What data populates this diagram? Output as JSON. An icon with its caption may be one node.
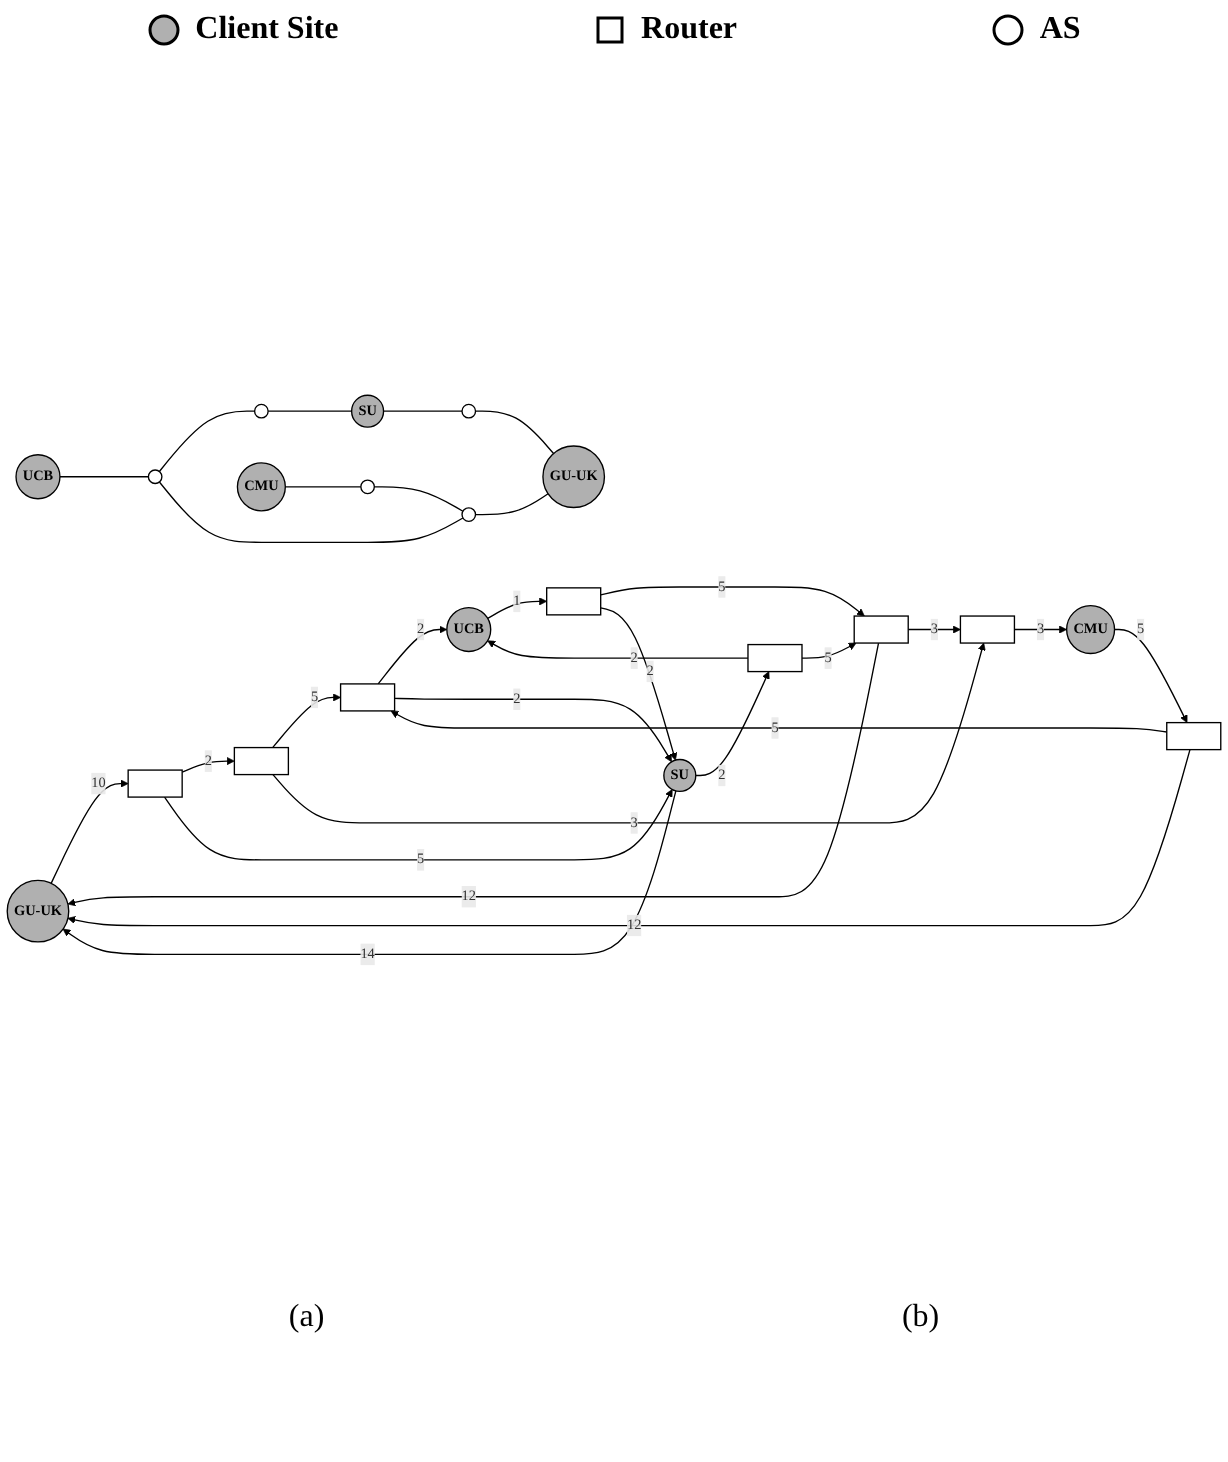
{
  "diagram": {
    "nodes": [
      {
        "text": [
          "GU-UK"
        ]
      },
      {
        "text": [
          "UCB"
        ]
      },
      {
        "text": [
          "CMU"
        ]
      },
      {
        "text": [
          "SU"
        ]
      },
      {
        "text": [],
        "shape": "box"
      },
      {
        "text": [],
        "shape": "box"
      },
      {
        "text": [],
        "shape": "box"
      },
      {
        "text": [],
        "shape": "box"
      },
      {
        "text": [],
        "shape": "box"
      },
      {
        "text": [],
        "shape": "box"
      },
      {
        "text": [],
        "shape": "box"
      },
      {
        "text": [],
        "shape": "box"
      },
      {
        "text": [
          "GU-UK"
        ]
      },
      {
        "text": [
          "UCB"
        ]
      },
      {
        "text": [
          "CMU"
        ]
      },
      {
        "text": [
          "SU"
        ]
      },
      {
        "text": [],
        "shape": "circle"
      },
      {
        "text": [],
        "shape": "circle"
      },
      {
        "text": [],
        "shape": "circle"
      },
      {
        "text": [],
        "shape": "circle"
      },
      {
        "text": [],
        "shape": "circle"
      }
    ],
    "edges": [
      {
        "from": 4,
        "to": 1,
        "arrow": "to",
        "label": "2"
      },
      {
        "from": 4,
        "to": 6,
        "arrow": "to",
        "label": "5"
      },
      {
        "from": 1,
        "to": 5,
        "arrow": "to",
        "label": "1"
      },
      {
        "from": 5,
        "to": 6,
        "arrow": "to",
        "label": "5"
      },
      {
        "from": 5,
        "to": 3,
        "arrow": "to",
        "label": "2"
      },
      {
        "from": 6,
        "to": 0,
        "arrow": "to",
        "label": "12"
      },
      {
        "from": 6,
        "to": 7,
        "arrow": "to",
        "label": "3"
      },
      {
        "from": 7,
        "to": 2,
        "arrow": "to",
        "label": "3"
      },
      {
        "from": 2,
        "to": 11,
        "arrow": "to",
        "label": "5"
      },
      {
        "from": 11,
        "to": 0,
        "arrow": "to",
        "label": "12"
      },
      {
        "from": 11,
        "to": 8,
        "arrow": "to",
        "label": "5"
      },
      {
        "from": 8,
        "to": 1,
        "arrow": "to",
        "label": "2"
      },
      {
        "from": 8,
        "to": 3,
        "arrow": "to",
        "label": "2"
      },
      {
        "from": 9,
        "to": 8,
        "arrow": "to",
        "label": "5"
      },
      {
        "from": 9,
        "to": 7,
        "arrow": "to",
        "label": "3"
      },
      {
        "from": 10,
        "to": 9,
        "arrow": "to",
        "label": "2"
      },
      {
        "from": 10,
        "to": 3,
        "arrow": "to",
        "label": "5"
      },
      {
        "from": 0,
        "to": 10,
        "arrow": "to",
        "label": "10"
      },
      {
        "from": 3,
        "to": 4,
        "arrow": "to",
        "label": "2"
      },
      {
        "from": 3,
        "to": 0,
        "arrow": "to",
        "label": "14"
      },
      {
        "from": 13,
        "to": 16,
        "arrow": "none"
      },
      {
        "from": 16,
        "to": 17,
        "arrow": "none"
      },
      {
        "from": 17,
        "to": 15,
        "arrow": "none"
      },
      {
        "from": 16,
        "to": 20,
        "arrow": "none"
      },
      {
        "from": 14,
        "to": 18,
        "arrow": "none"
      },
      {
        "from": 18,
        "to": 20,
        "arrow": "none"
      },
      {
        "from": 20,
        "to": 12,
        "arrow": "none"
      },
      {
        "from": 15,
        "to": 19,
        "arrow": "none"
      },
      {
        "from": 19,
        "to": 12,
        "arrow": "none"
      }
    ],
    "labels": [
      "(a)",
      "(b)"
    ],
    "legend": [
      {
        "text": "Client Site"
      },
      {
        "text": "Router"
      },
      {
        "text": "AS"
      }
    ]
  }
}
